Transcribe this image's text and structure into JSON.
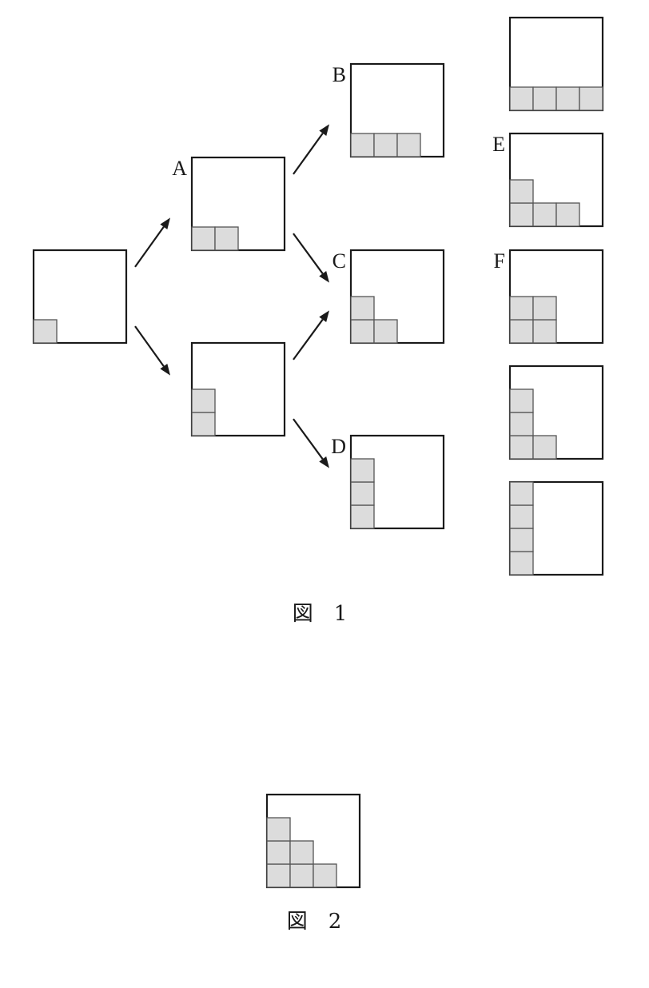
{
  "figure1": {
    "caption": "図　1",
    "colors": {
      "frame": "#1a1a1a",
      "cell_fill": "#dcdcdc",
      "cell_stroke": "#555555",
      "arrow": "#1a1a1a"
    },
    "boxes": [
      {
        "id": "start",
        "label": "",
        "cells": [
          [
            0,
            0
          ]
        ]
      },
      {
        "id": "A",
        "label": "A",
        "cells": [
          [
            0,
            0
          ],
          [
            1,
            0
          ]
        ]
      },
      {
        "id": "unlabeled-2",
        "label": "",
        "cells": [
          [
            0,
            0
          ],
          [
            0,
            1
          ]
        ]
      },
      {
        "id": "B",
        "label": "B",
        "cells": [
          [
            0,
            0
          ],
          [
            1,
            0
          ],
          [
            2,
            0
          ]
        ]
      },
      {
        "id": "C",
        "label": "C",
        "cells": [
          [
            0,
            0
          ],
          [
            1,
            0
          ],
          [
            0,
            1
          ]
        ]
      },
      {
        "id": "D",
        "label": "D",
        "cells": [
          [
            0,
            0
          ],
          [
            0,
            1
          ],
          [
            0,
            2
          ]
        ]
      },
      {
        "id": "col4-1",
        "label": "",
        "cells": [
          [
            0,
            0
          ],
          [
            1,
            0
          ],
          [
            2,
            0
          ],
          [
            3,
            0
          ]
        ]
      },
      {
        "id": "E",
        "label": "E",
        "cells": [
          [
            0,
            0
          ],
          [
            1,
            0
          ],
          [
            2,
            0
          ],
          [
            0,
            1
          ]
        ]
      },
      {
        "id": "F",
        "label": "F",
        "cells": [
          [
            0,
            0
          ],
          [
            1,
            0
          ],
          [
            0,
            1
          ],
          [
            1,
            1
          ]
        ]
      },
      {
        "id": "col4-4",
        "label": "",
        "cells": [
          [
            0,
            0
          ],
          [
            1,
            0
          ],
          [
            0,
            1
          ],
          [
            0,
            2
          ]
        ]
      },
      {
        "id": "col4-5",
        "label": "",
        "cells": [
          [
            0,
            0
          ],
          [
            0,
            1
          ],
          [
            0,
            2
          ],
          [
            0,
            3
          ]
        ]
      }
    ],
    "arrows": [
      {
        "from": "start",
        "to": "A"
      },
      {
        "from": "start",
        "to": "unlabeled-2"
      },
      {
        "from": "A",
        "to": "B"
      },
      {
        "from": "A",
        "to": "C"
      },
      {
        "from": "unlabeled-2",
        "to": "C"
      },
      {
        "from": "unlabeled-2",
        "to": "D"
      }
    ]
  },
  "figure2": {
    "caption": "図　2",
    "box": {
      "id": "fig2",
      "label": "",
      "cells": [
        [
          0,
          0
        ],
        [
          1,
          0
        ],
        [
          2,
          0
        ],
        [
          0,
          1
        ],
        [
          1,
          1
        ],
        [
          0,
          2
        ]
      ]
    }
  }
}
